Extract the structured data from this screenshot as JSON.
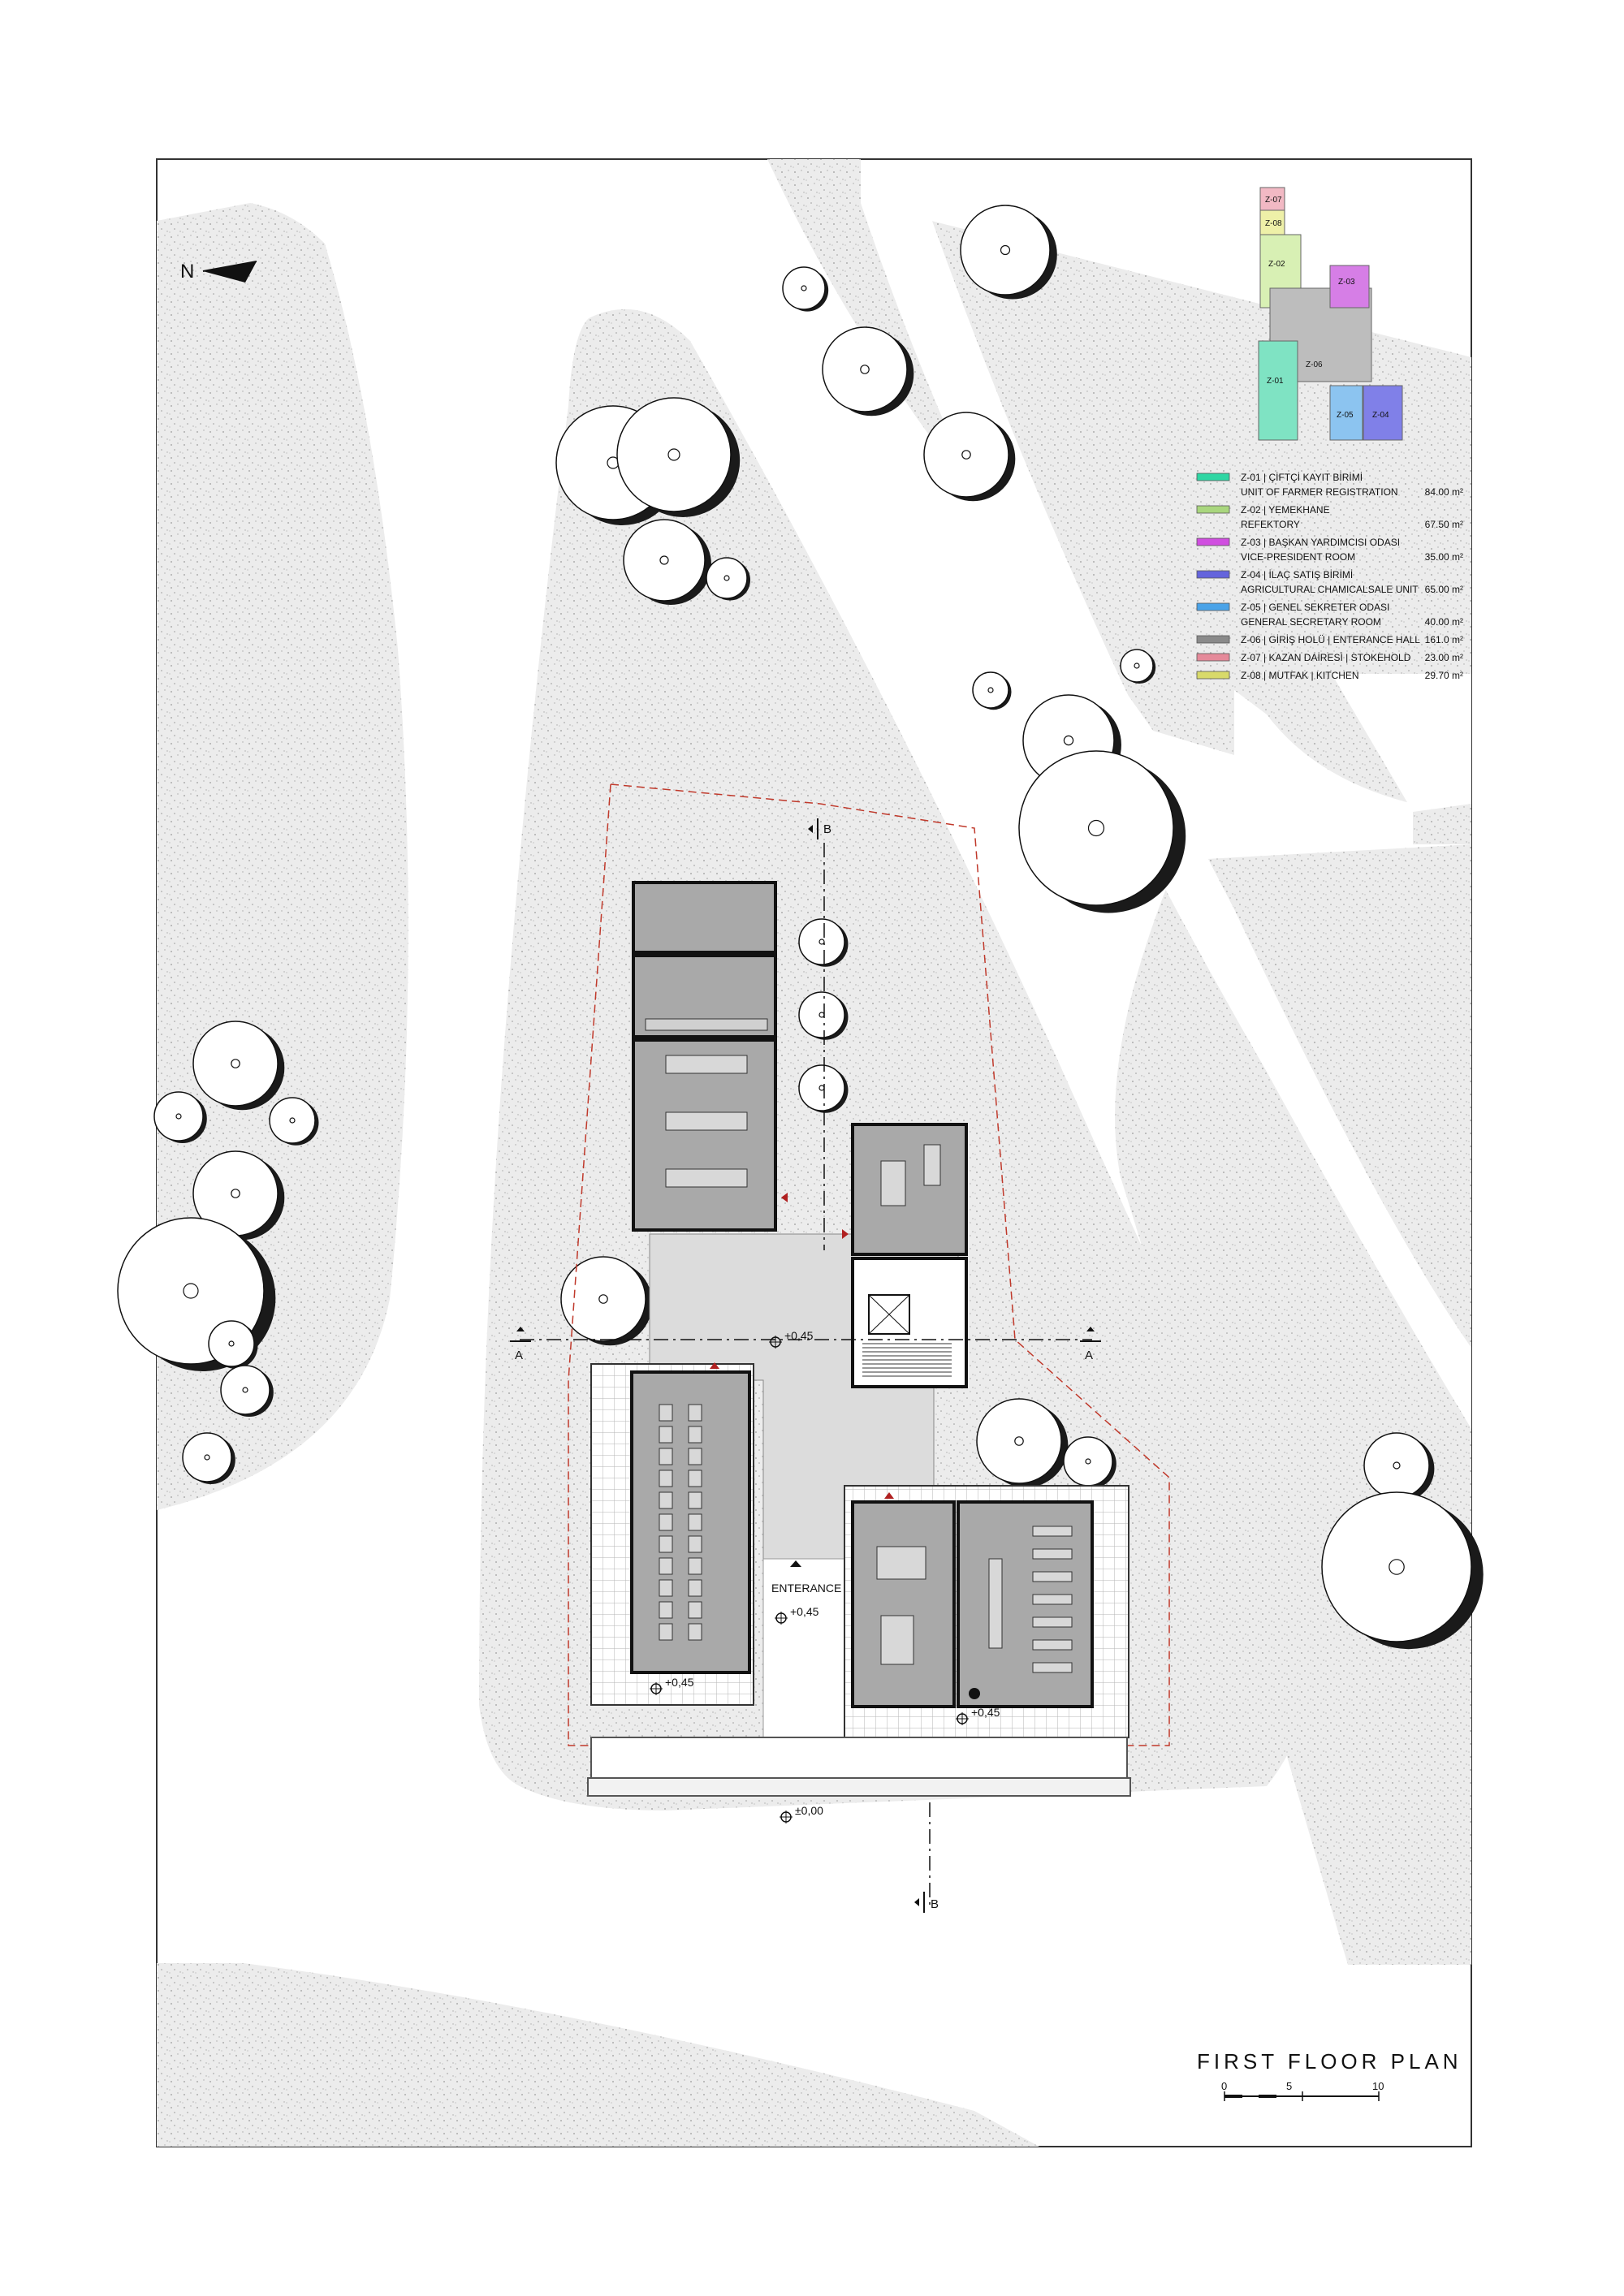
{
  "sheet": {
    "north_label": "N",
    "title": "FIRST FLOOR PLAN",
    "scale_ticks": [
      "0",
      "5",
      "10"
    ]
  },
  "section_marks": {
    "a_left": "A",
    "a_right": "A",
    "b_top": "B",
    "b_bottom": "B"
  },
  "levels": {
    "hall": "+0,45",
    "entrance": "+0,45",
    "left_wing": "+0,45",
    "right_wing": "+0,45",
    "ground": "±0,00"
  },
  "entrance_label": "ENTERANCE",
  "key_plan": {
    "labels": {
      "z07": "Z-07",
      "z08": "Z-08",
      "z02": "Z-02",
      "z03": "Z-03",
      "z06": "Z-06",
      "z01": "Z-01",
      "z05": "Z-05",
      "z04": "Z-04"
    },
    "colors": {
      "z01": "#7fe3c3",
      "z02": "#d8f0b4",
      "z03": "#d67ee6",
      "z04": "#8080e8",
      "z05": "#8cc4f0",
      "z06": "#bdbdbd",
      "z07": "#f2b9c4",
      "z08": "#eef0a8"
    }
  },
  "legend": [
    {
      "code": "z01",
      "line1": "Z-01 | ÇİFTÇİ KAYIT BİRİMİ",
      "line2": "UNIT OF FARMER REGISTRATION",
      "area": "84.00 m²",
      "color": "#2fd6a3"
    },
    {
      "code": "z02",
      "line1": "Z-02 | YEMEKHANE",
      "line2": "REFEKTORY",
      "area": "67.50 m²",
      "color": "#a9d67e"
    },
    {
      "code": "z03",
      "line1": "Z-03 | BAŞKAN YARDIMCISI ODASI",
      "line2": "VICE-PRESIDENT ROOM",
      "area": "35.00 m²",
      "color": "#d04ee0"
    },
    {
      "code": "z04",
      "line1": "Z-04 | İLAÇ SATIŞ BİRİMİ",
      "line2": "AGRICULTURAL CHAMICALSALE UNIT",
      "area": "65.00 m²",
      "color": "#6464dc"
    },
    {
      "code": "z05",
      "line1": "Z-05 | GENEL SEKRETER ODASI",
      "line2": "GENERAL SECRETARY ROOM",
      "area": "40.00 m²",
      "color": "#4aa3e8"
    },
    {
      "code": "z06",
      "line1": "Z-06 | GİRİŞ HOLÜ | ENTERANCE HALL",
      "line2": "",
      "area": "161.0 m²",
      "color": "#8a8a8a"
    },
    {
      "code": "z07",
      "line1": "Z-07 | KAZAN DAİRESİ | STOKEHOLD",
      "line2": "",
      "area": "23.00 m²",
      "color": "#e58a9a"
    },
    {
      "code": "z08",
      "line1": "Z-08 | MUTFAK | KITCHEN",
      "line2": "",
      "area": "29.70 m²",
      "color": "#d8da6a"
    }
  ]
}
